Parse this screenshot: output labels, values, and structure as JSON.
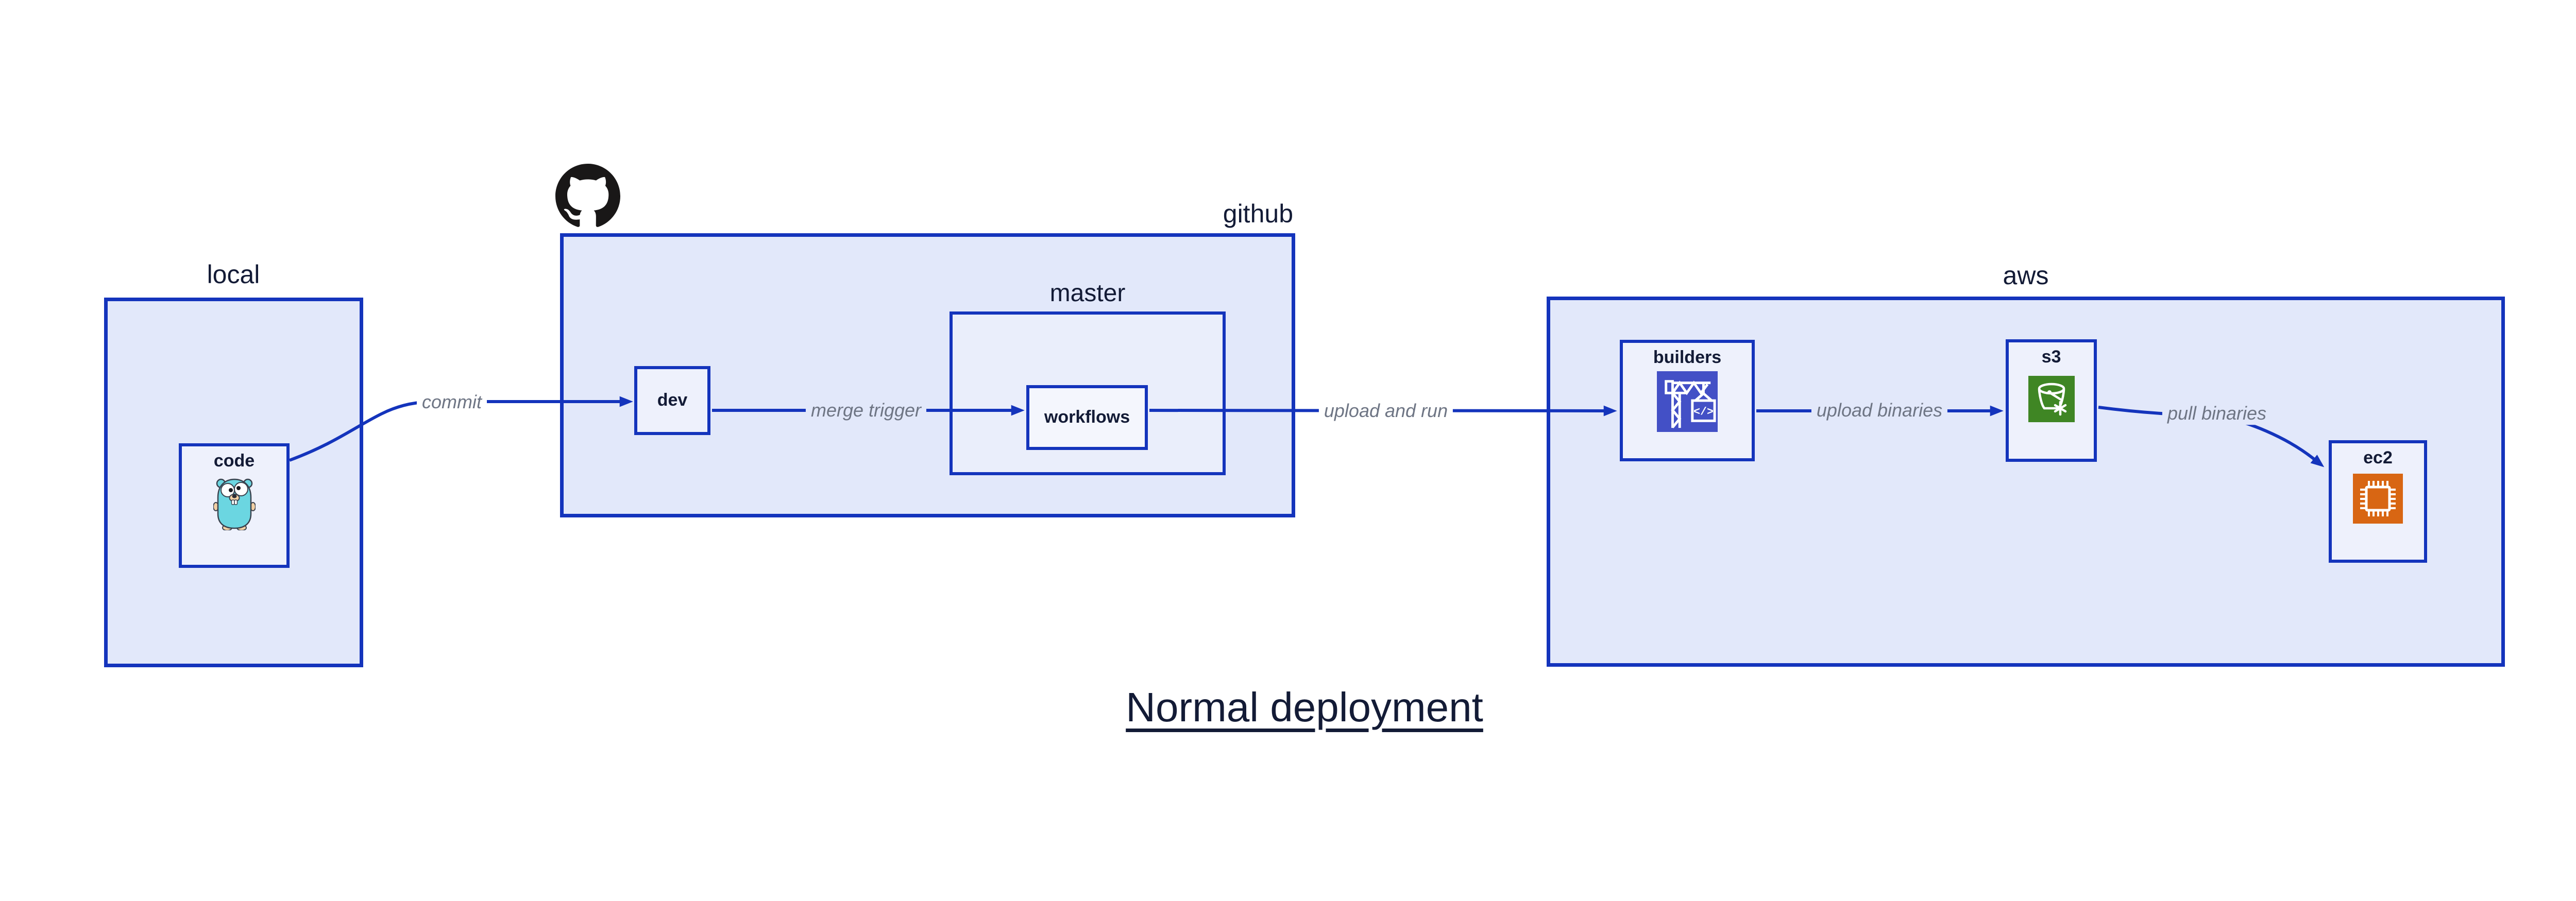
{
  "title": {
    "text": "Normal deployment"
  },
  "groups": {
    "local": {
      "label": "local"
    },
    "github": {
      "label": "github"
    },
    "master": {
      "label": "master"
    },
    "aws": {
      "label": "aws"
    }
  },
  "nodes": {
    "code": {
      "label": "code"
    },
    "dev": {
      "label": "dev"
    },
    "workflows": {
      "label": "workflows"
    },
    "builders": {
      "label": "builders"
    },
    "s3": {
      "label": "s3"
    },
    "ec2": {
      "label": "ec2"
    }
  },
  "edges": {
    "commit": {
      "label": "commit"
    },
    "merge_trigger": {
      "label": "merge trigger"
    },
    "upload_and_run": {
      "label": "upload and run"
    },
    "upload_binaries": {
      "label": "upload binaries"
    },
    "pull_binaries": {
      "label": "pull binaries"
    }
  },
  "icons": {
    "github_logo": "github-octocat",
    "code_icon": "go-gopher",
    "builders_icon": "construction-crane",
    "builders_code_glyph": "</>",
    "s3_icon": "s3-bucket-snowflake",
    "ec2_icon": "cpu-chip"
  },
  "colors": {
    "edge_blue": "#1434bc",
    "box_border": "#1434bc",
    "group_fill": "#e2e8fa",
    "node_fill": "#eef1fc",
    "master_fill": "#eaeefb",
    "workflows_fill": "#f4f6fd",
    "label_gray": "#6e7584",
    "text_dark": "#131b36",
    "builders_icon_bg": "#4350c6",
    "s3_icon_bg": "#3f8624",
    "ec2_icon_bg": "#d86613",
    "gopher_teal": "#6bd6e1",
    "github_black": "#191717",
    "canvas_bg": "#ffffff"
  }
}
